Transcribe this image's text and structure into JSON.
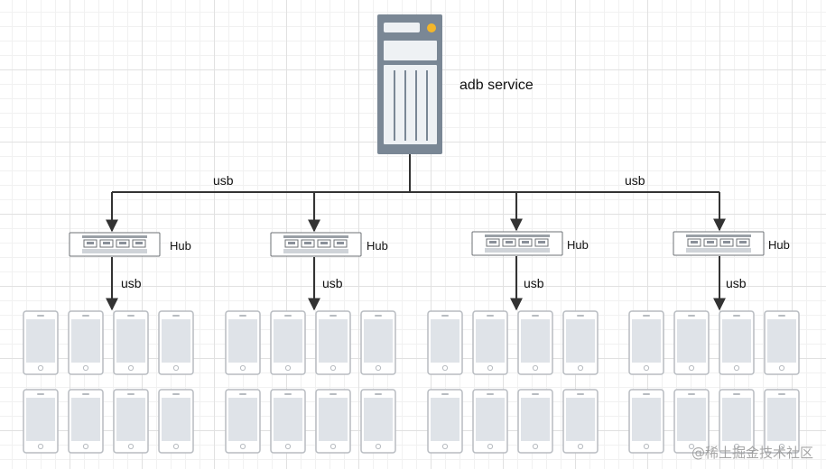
{
  "server": {
    "label": "adb service"
  },
  "connection_label": "usb",
  "hub_label": "Hub",
  "hubs": [
    {
      "label": "Hub",
      "usb_label": "usb",
      "phones": 8
    },
    {
      "label": "Hub",
      "usb_label": "usb",
      "phones": 8
    },
    {
      "label": "Hub",
      "usb_label": "usb",
      "phones": 8
    },
    {
      "label": "Hub",
      "usb_label": "usb",
      "phones": 8
    }
  ],
  "top_usb_labels": [
    "usb",
    "usb"
  ],
  "watermark": "@稀土掘金技术社区",
  "colors": {
    "server_body": "#7a8795",
    "server_panel": "#eef1f4",
    "server_led": "#f3b62a",
    "line": "#333333",
    "phone_border": "#b8bcc1",
    "phone_screen": "#dfe3e8",
    "hub_border": "#6d7176"
  }
}
